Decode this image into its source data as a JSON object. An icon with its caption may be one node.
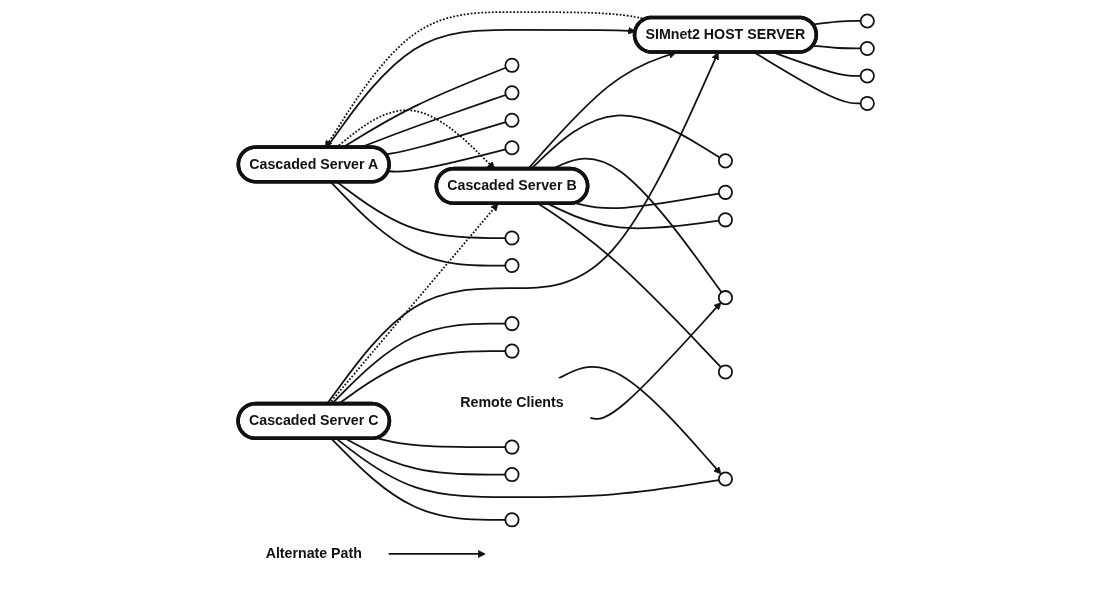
{
  "diagram": {
    "nodes": [
      {
        "text": [
          "Alternate Path"
        ]
      },
      {
        "text": [
          "Cascaded Server A"
        ]
      },
      {
        "text": [],
        "shape": "circle"
      },
      {
        "text": [],
        "shape": "circle"
      },
      {
        "text": [],
        "shape": "circle"
      },
      {
        "text": [],
        "shape": "circle"
      },
      {
        "text": [],
        "shape": "circle"
      },
      {
        "text": [],
        "shape": "circle"
      },
      {
        "text": [
          "Cascaded Server B"
        ]
      },
      {
        "text": [],
        "shape": "circle"
      },
      {
        "text": [],
        "shape": "circle"
      },
      {
        "text": [],
        "shape": "circle"
      },
      {
        "text": [],
        "shape": "circle"
      },
      {
        "text": [],
        "shape": "circle"
      },
      {
        "text": [
          "Remote Clients"
        ]
      },
      {
        "text": [],
        "shape": "circle"
      },
      {
        "text": [],
        "shape": "circle"
      },
      {
        "text": [],
        "shape": "circle"
      },
      {
        "text": [],
        "shape": "circle"
      },
      {
        "text": [],
        "shape": "circle"
      },
      {
        "text": [],
        "shape": "circle"
      },
      {
        "text": [
          "SIMnet2 HOST SERVER"
        ]
      },
      {
        "text": [],
        "shape": "circle"
      },
      {
        "text": [],
        "shape": "circle"
      },
      {
        "text": [],
        "shape": "circle"
      },
      {
        "text": [],
        "shape": "circle"
      },
      {
        "text": [
          "Cascaded Server C"
        ]
      }
    ],
    "edges": [
      {
        "from": 0,
        "to": null,
        "arrow": "to"
      },
      {
        "from": 1,
        "to": 2,
        "arrow": "none"
      },
      {
        "from": 1,
        "to": 3,
        "arrow": "none"
      },
      {
        "from": 1,
        "to": 4,
        "arrow": "none"
      },
      {
        "from": 1,
        "to": 5,
        "arrow": "none"
      },
      {
        "from": 1,
        "to": 6,
        "arrow": "none"
      },
      {
        "from": 1,
        "to": 7,
        "arrow": "none"
      },
      {
        "from": 8,
        "to": 9,
        "arrow": "none"
      },
      {
        "from": 8,
        "to": 10,
        "arrow": "none"
      },
      {
        "from": 8,
        "to": 11,
        "arrow": "none"
      },
      {
        "from": 8,
        "to": 12,
        "arrow": "none"
      },
      {
        "from": 8,
        "to": 13,
        "arrow": "none"
      },
      {
        "from": 14,
        "to": 12,
        "arrow": "to"
      },
      {
        "from": 14,
        "to": 16,
        "arrow": "to"
      },
      {
        "from": 26,
        "to": 15,
        "arrow": "none"
      },
      {
        "from": 26,
        "to": 16,
        "arrow": "none"
      },
      {
        "from": 26,
        "to": 17,
        "arrow": "none"
      },
      {
        "from": 26,
        "to": 18,
        "arrow": "none"
      },
      {
        "from": 26,
        "to": 19,
        "arrow": "none"
      },
      {
        "from": 26,
        "to": 20,
        "arrow": "none"
      },
      {
        "from": 21,
        "to": 22,
        "arrow": "none"
      },
      {
        "from": 21,
        "to": 23,
        "arrow": "none"
      },
      {
        "from": 21,
        "to": 24,
        "arrow": "none"
      },
      {
        "from": 21,
        "to": 25,
        "arrow": "none"
      },
      {
        "from": 1,
        "to": 8,
        "arrow": "to",
        "style": "dashed"
      },
      {
        "from": 1,
        "to": 21,
        "arrow": "to"
      },
      {
        "from": 21,
        "to": 1,
        "arrow": "to",
        "style": "dashed"
      },
      {
        "from": 8,
        "to": 21,
        "arrow": "to"
      },
      {
        "from": 26,
        "to": 8,
        "arrow": "to",
        "style": "dashed"
      },
      {
        "from": 26,
        "to": 21,
        "arrow": "to"
      }
    ]
  }
}
